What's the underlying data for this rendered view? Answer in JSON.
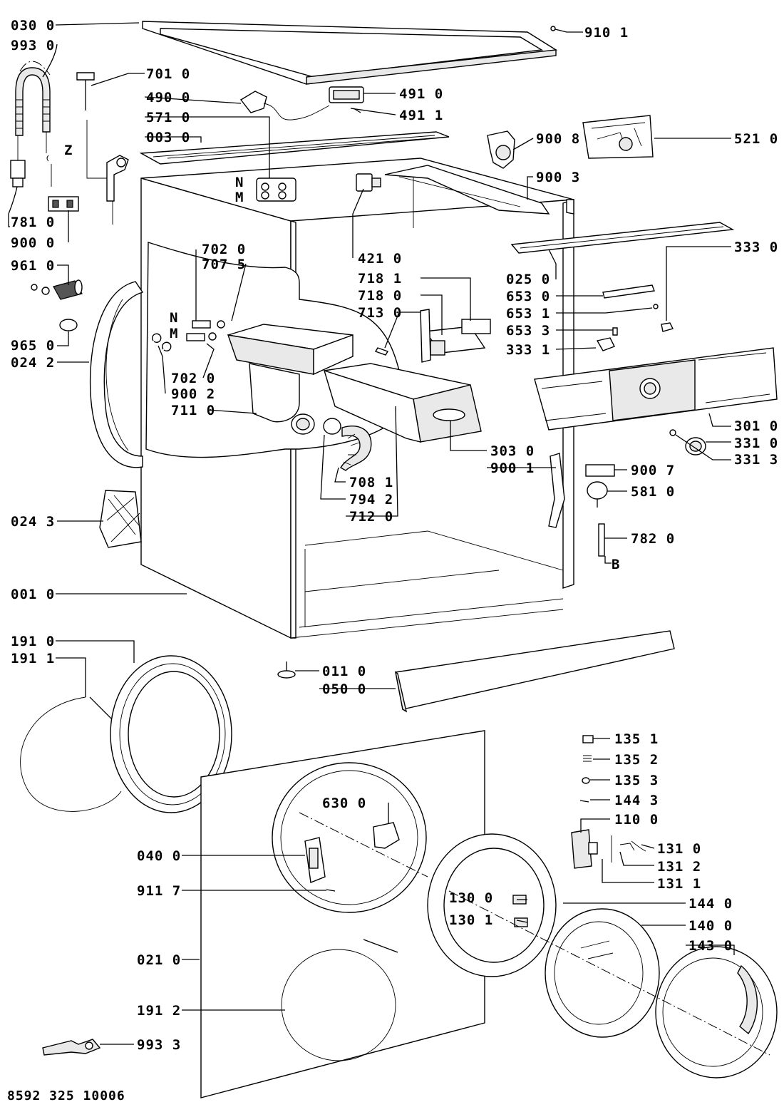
{
  "document": {
    "part_number": "8592 325 10006"
  },
  "callouts": [
    {
      "code": "030 0"
    },
    {
      "code": "993 0"
    },
    {
      "code": "701 0"
    },
    {
      "code": "490 0"
    },
    {
      "code": "571 0"
    },
    {
      "code": "003 0"
    },
    {
      "code": "491 0"
    },
    {
      "code": "491 1"
    },
    {
      "code": "910 1"
    },
    {
      "code": "900 8"
    },
    {
      "code": "521 0"
    },
    {
      "code": "900 3"
    },
    {
      "code": "781 0"
    },
    {
      "code": "900 0"
    },
    {
      "code": "961 0"
    },
    {
      "code": "965 0"
    },
    {
      "code": "024 2"
    },
    {
      "code": "702 0"
    },
    {
      "code": "707 5"
    },
    {
      "code": "702 0"
    },
    {
      "code": "900 2"
    },
    {
      "code": "711 0"
    },
    {
      "code": "421 0"
    },
    {
      "code": "718 1"
    },
    {
      "code": "718 0"
    },
    {
      "code": "713 0"
    },
    {
      "code": "025 0"
    },
    {
      "code": "333 0"
    },
    {
      "code": "653 0"
    },
    {
      "code": "653 1"
    },
    {
      "code": "653 3"
    },
    {
      "code": "333 1"
    },
    {
      "code": "301 0"
    },
    {
      "code": "331 0"
    },
    {
      "code": "331 3"
    },
    {
      "code": "303 0"
    },
    {
      "code": "900 1"
    },
    {
      "code": "708 1"
    },
    {
      "code": "794 2"
    },
    {
      "code": "712 0"
    },
    {
      "code": "900 7"
    },
    {
      "code": "581 0"
    },
    {
      "code": "024 3"
    },
    {
      "code": "782 0"
    },
    {
      "code": "001 0"
    },
    {
      "code": "191 0"
    },
    {
      "code": "191 1"
    },
    {
      "code": "011 0"
    },
    {
      "code": "050 0"
    },
    {
      "code": "135 1"
    },
    {
      "code": "135 2"
    },
    {
      "code": "135 3"
    },
    {
      "code": "144 3"
    },
    {
      "code": "110 0"
    },
    {
      "code": "630 0"
    },
    {
      "code": "040 0"
    },
    {
      "code": "131 0"
    },
    {
      "code": "131 2"
    },
    {
      "code": "131 1"
    },
    {
      "code": "911 7"
    },
    {
      "code": "130 0"
    },
    {
      "code": "144 0"
    },
    {
      "code": "130 1"
    },
    {
      "code": "140 0"
    },
    {
      "code": "143 0"
    },
    {
      "code": "021 0"
    },
    {
      "code": "191 2"
    },
    {
      "code": "993 3"
    }
  ],
  "markers": {
    "z": "Z",
    "n1": "N",
    "m1": "M",
    "n2": "N",
    "m2": "M",
    "b": "B"
  },
  "colors": {
    "ink": "#000000",
    "paper": "#ffffff",
    "shade": "#e9e9e9"
  }
}
